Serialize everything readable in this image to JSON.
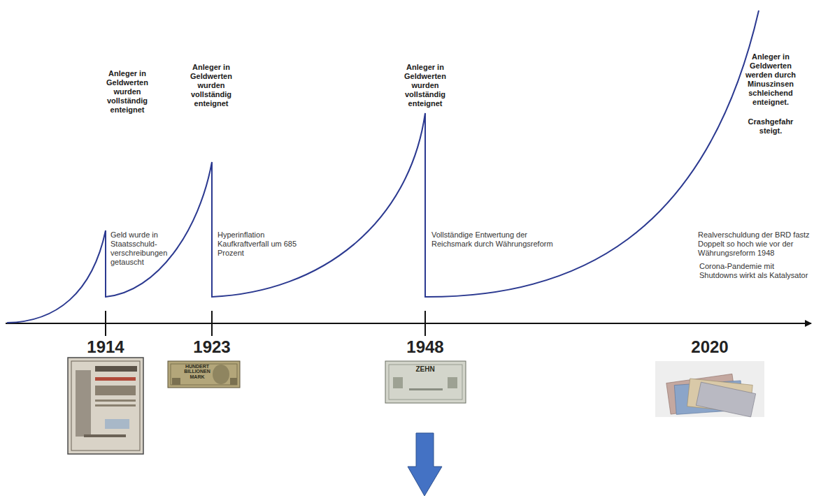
{
  "diagram": {
    "labels": [
      "Anleger in Geldwerten wurden vollständig enteignet",
      "Anleger in Geldwerten wurden vollständig enteignet",
      "Anleger in Geldwerten wurden vollständig enteignet",
      "Anleger in Geldwerten werden durch Minuszinsen schleichend enteignet.",
      "Crashgefahr steigt.",
      "Geld wurde in Staatsschuld- verschreibungen getauscht",
      "Hyperinflation Kaufkraftverfall um 685 Prozent",
      "Vollständige Entwertung der Reichsmark durch Währungsreform",
      "Realverschuldung der BRD fastz Doppelt so hoch wie vor der Währungsreform 1948",
      "Corona-Pandemie mit Shutdowns wirkt als Katalysator",
      "1914",
      "1923",
      "1948",
      "2020",
      "HUNDERT BILLIONEN MARK",
      "ZEHN"
    ]
  }
}
